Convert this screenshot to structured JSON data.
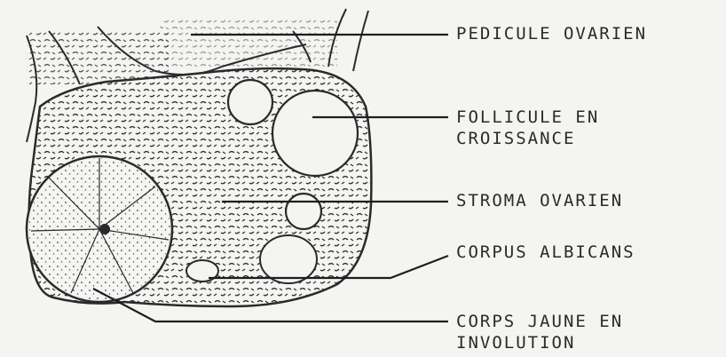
{
  "labels": {
    "pedicule": "PEDICULE OVARIEN",
    "follicule_line1": "FOLLICULE EN",
    "follicule_line2": "CROISSANCE",
    "stroma": "STROMA OVARIEN",
    "albicans": "CORPUS ALBICANS",
    "corps_jaune_line1": "CORPS JAUNE EN",
    "corps_jaune_line2": "INVOLUTION"
  },
  "colors": {
    "ink": "#2a2a2a",
    "paper": "#f4f4f2"
  }
}
